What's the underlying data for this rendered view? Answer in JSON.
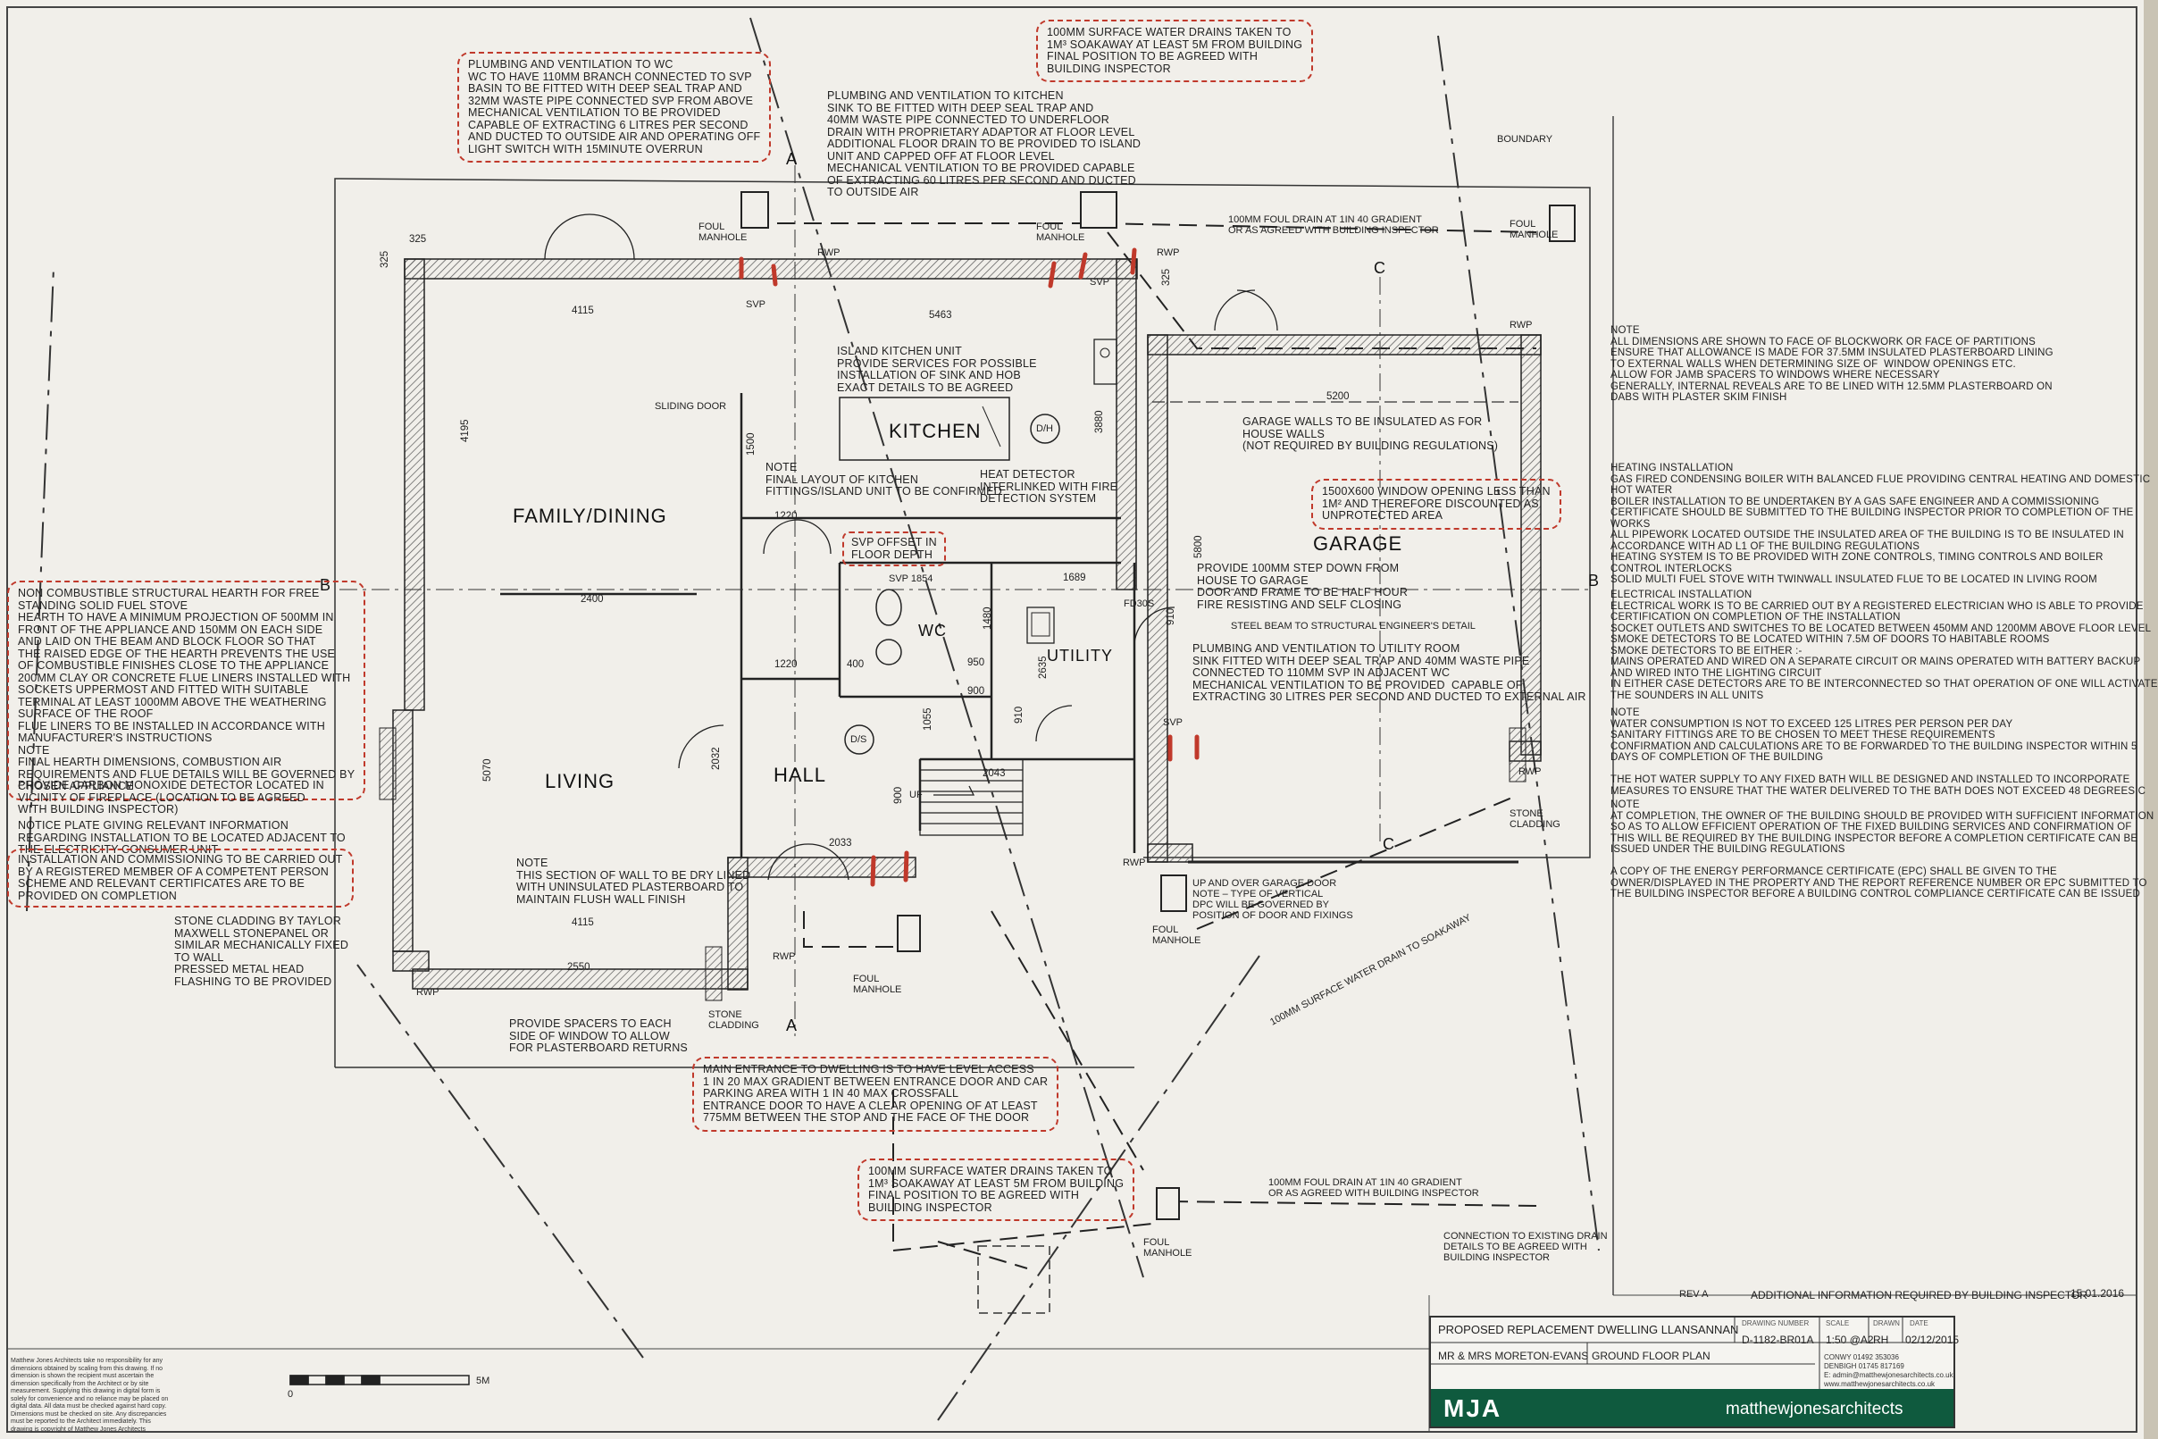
{
  "room_labels": {
    "family_dining": "FAMILY/DINING",
    "kitchen": "KITCHEN",
    "living": "LIVING",
    "hall": "HALL",
    "wc": "WC",
    "utility": "UTILITY",
    "garage": "GARAGE"
  },
  "symbols": {
    "dh": "D/H",
    "ds": "D/S",
    "svp_1854": "SVP 1854",
    "fd30s": "FD30S",
    "uf": "UF"
  },
  "labels": {
    "section_a": "A",
    "section_b": "B",
    "section_c": "C",
    "boundary": "BOUNDARY",
    "foul_manhole": "FOUL\nMANHOLE",
    "svp": "SVP",
    "rwp": "RWP",
    "sliding_door": "SLIDING DOOR",
    "stone_cladding": "STONE\nCLADDING",
    "steel_beam": "STEEL BEAM TO STRUCTURAL ENGINEER'S DETAIL",
    "surface_drain_diag": "100mm SURFACE WATER DRAIN TO SOAKAWAY",
    "foul_drain_top": "100mm FOUL DRAIN AT 1IN 40 GRADIENT\nOR AS AGREED WITH BUILDING INSPECTOR",
    "foul_drain_bottom": "100mm FOUL DRAIN AT 1IN 40 GRADIENT\nOR AS AGREED WITH BUILDING INSPECTOR",
    "connection_drain": "CONNECTION TO EXISTING DRAIN\nDETAILS TO BE AGREED WITH\nBUILDING INSPECTOR",
    "garage_door": "UP AND OVER GARAGE DOOR\nNOTE – TYPE OF VERTICAL\nDPC WILL BE GOVERNED BY\nPOSITION OF DOOR AND FIXINGS",
    "scale_0": "0",
    "scale_5m": "5M"
  },
  "dimensions": {
    "d325a": "325",
    "d325b": "325",
    "d325c": "325",
    "d4115_top": "4115",
    "d5463": "5463",
    "d4195": "4195",
    "d1500": "1500",
    "d3880": "3880",
    "d5200": "5200",
    "d5800": "5800",
    "d1220a": "1220",
    "d2400": "2400",
    "d1689": "1689",
    "d1480": "1480",
    "d910a": "910",
    "d1220b": "1220",
    "d400": "400",
    "d950": "950",
    "d2635": "2635",
    "d900a": "900",
    "d910b": "910",
    "d1055": "1055",
    "d2032": "2032",
    "d2043": "2043",
    "d900b": "900",
    "d5070": "5070",
    "d2033": "2033",
    "d4115_bottom": "4115",
    "d2550": "2550"
  },
  "notes": {
    "plumbing_wc": "PLUMBING AND VENTILATION TO WC\nWC TO HAVE 110mm BRANCH CONNECTED TO SVP\nBASIN TO BE FITTED WITH DEEP SEAL TRAP AND\n32mm WASTE PIPE CONNECTED SVP FROM ABOVE\nMECHANICAL VENTILATION TO BE PROVIDED\nCAPABLE OF EXTRACTING 6 LITRES PER SECOND\nAND DUCTED TO OUTSIDE AIR AND OPERATING OFF\nLIGHT SWITCH WITH 15MINUTE OVERRUN",
    "plumbing_kitchen": "PLUMBING AND VENTILATION TO KITCHEN\nSINK TO BE FITTED WITH DEEP SEAL TRAP AND\n40mm WASTE PIPE CONNECTED TO UNDERFLOOR\nDRAIN WITH PROPRIETARY ADAPTOR AT FLOOR LEVEL\nADDITIONAL FLOOR DRAIN TO BE PROVIDED TO ISLAND\nUNIT AND CAPPED OFF AT FLOOR LEVEL\nMECHANICAL VENTILATION TO BE PROVIDED CAPABLE\nOF EXTRACTING 60 LITRES PER SECOND AND DUCTED\nTO OUTSIDE AIR",
    "surface_water_top": "100mm SURFACE WATER DRAINS TAKEN TO\n1M³ SOAKAWAY AT LEAST 5M FROM BUILDING\nFINAL POSITION TO BE AGREED WITH\nBUILDING INSPECTOR",
    "island_unit": "ISLAND KITCHEN UNIT\nPROVIDE SERVICES FOR POSSIBLE\nINSTALLATION OF SINK AND HOB\nEXACT DETAILS TO BE AGREED",
    "kitchen_layout": "NOTE\nFINAL LAYOUT OF KITCHEN\nFITTINGS/ISLAND UNIT TO BE CONFIRMED",
    "heat_detector": "HEAT DETECTOR\nINTERLINKED WITH FIRE\nDETECTION SYSTEM",
    "garage_walls": "GARAGE WALLS TO BE INSULATED AS FOR\nHOUSE WALLS\n(NOT REQUIRED BY BUILDING REGULATIONS)",
    "window_opening": "1500x600 WINDOW OPENING LESS THAN\n1M² AND THEREFORE DISCOUNTED AS\nUNPROTECTED AREA",
    "svp_offset": "SVP OFFSET IN\nFLOOR DEPTH",
    "step_down": "PROVIDE 100mm STEP DOWN FROM\nHOUSE TO GARAGE\nDOOR AND FRAME TO BE HALF HOUR\nFIRE RESISTING AND SELF CLOSING",
    "plumbing_utility": "PLUMBING AND VENTILATION TO UTILITY ROOM\nSINK FITTED WITH DEEP SEAL TRAP AND 40mm WASTE PIPE\nCONNECTED TO 110mm SVP IN ADJACENT WC\nMECHANICAL VENTILATION TO BE PROVIDED  CAPABLE OF\nEXTRACTING 30 LITRES PER SECOND AND DUCTED TO EXTERNAL AIR",
    "hearth": "NON COMBUSTIBLE STRUCTURAL HEARTH FOR FREE\nSTANDING SOLID FUEL STOVE\nHEARTH TO HAVE A MINIMUM PROJECTION OF 500mm IN\nFRONT OF THE APPLIANCE AND 150mm ON EACH SIDE\nAND LAID ON THE BEAM AND BLOCK FLOOR SO THAT\nTHE RAISED EDGE OF THE HEARTH PREVENTS THE USE\nOF COMBUSTIBLE FINISHES CLOSE TO THE APPLIANCE\n200mm CLAY OR CONCRETE FLUE LINERS INSTALLED WITH\nSOCKETS UPPERMOST AND FITTED WITH SUITABLE\nTERMINAL AT LEAST 1000mm ABOVE THE WEATHERING\nSURFACE OF THE ROOF\nFLUE LINERS TO BE INSTALLED IN ACCORDANCE WITH\nMANUFACTURER'S INSTRUCTIONS\nNOTE\nFINAL HEARTH DIMENSIONS, COMBUSTION AIR\nREQUIREMENTS AND FLUE DETAILS WILL BE GOVERNED BY\nCHOSEN APPLIANCE",
    "co_detector": "PROVIDE CARBON MONOXIDE DETECTOR LOCATED IN\nVICINITY OF FIREPLACE (LOCATION TO BE AGREED\nWITH BUILDING INSPECTOR)",
    "notice_plate": "NOTICE PLATE GIVING RELEVANT INFORMATION\nREGARDING INSTALLATION TO BE LOCATED ADJACENT TO\nTHE ELECTRICITY CONSUMER UNIT",
    "commissioning": "INSTALLATION AND COMMISSIONING TO BE CARRIED OUT\nBY A REGISTERED MEMBER OF A COMPETENT PERSON\nSCHEME AND RELEVANT CERTIFICATES ARE TO BE\nPROVIDED ON COMPLETION",
    "dry_lined": "NOTE\nTHIS SECTION OF WALL TO BE DRY LINED\nWITH UNINSULATED PLASTERBOARD TO\nMAINTAIN FLUSH WALL FINISH",
    "stone_cladding": "STONE CLADDING BY TAYLOR\nMAXWELL STONEPANEL OR\nSIMILAR MECHANICALLY FIXED\nTO WALL\nPRESSED METAL HEAD\nFLASHING TO BE PROVIDED",
    "spacers": "PROVIDE SPACERS TO EACH\nSIDE OF WINDOW TO ALLOW\nFOR PLASTERBOARD RETURNS",
    "main_entrance": "MAIN ENTRANCE TO DWELLING IS TO HAVE LEVEL ACCESS\n1 IN 20 MAX GRADIENT BETWEEN ENTRANCE DOOR AND CAR\nPARKING AREA WITH 1 IN 40 MAX CROSSFALL\nENTRANCE DOOR TO HAVE A CLEAR OPENING OF AT LEAST\n775mm BETWEEN THE STOP AND THE FACE OF THE DOOR",
    "surface_water_bottom": "100mm SURFACE WATER DRAINS TAKEN TO\n1M³ SOAKAWAY AT LEAST 5M FROM BUILDING\nFINAL POSITION TO BE AGREED WITH\nBUILDING INSPECTOR",
    "general": "NOTE\nALL DIMENSIONS ARE SHOWN TO FACE OF BLOCKWORK OR FACE OF PARTITIONS\nENSURE THAT ALLOWANCE IS MADE FOR 37.5mm INSULATED PLASTERBOARD LINING\nTO EXTERNAL WALLS WHEN DETERMINING SIZE OF  WINDOW OPENINGS ETC.\nALLOW FOR JAMB SPACERS TO WINDOWS WHERE NECESSARY\nGENERALLY, INTERNAL REVEALS ARE TO BE LINED WITH 12.5mm PLASTERBOARD ON\nDABS WITH PLASTER SKIM FINISH",
    "heating": "HEATING INSTALLATION\nGAS FIRED CONDENSING BOILER WITH BALANCED FLUE PROVIDING CENTRAL HEATING AND DOMESTIC\nHOT WATER\nBOILER INSTALLATION TO BE UNDERTAKEN BY A GAS SAFE ENGINEER AND A COMMISSIONING\nCERTIFICATE SHOULD BE SUBMITTED TO THE BUILDING INSPECTOR PRIOR TO COMPLETION OF THE\nWORKS\nALL PIPEWORK LOCATED OUTSIDE THE INSULATED AREA OF THE BUILDING IS TO BE INSULATED IN\nACCORDANCE WITH AD L1 OF THE BUILDING REGULATIONS\nHEATING SYSTEM IS TO BE PROVIDED WITH ZONE CONTROLS, TIMING CONTROLS AND BOILER\nCONTROL INTERLOCKS\nSOLID MULTI FUEL STOVE WITH TWINWALL INSULATED FLUE TO BE LOCATED IN LIVING ROOM",
    "electrical": "ELECTRICAL INSTALLATION\nELECTRICAL WORK IS TO BE CARRIED OUT BY A REGISTERED ELECTRICIAN WHO IS ABLE TO PROVIDE\nCERTIFICATION ON COMPLETION OF THE INSTALLATION\nSOCKET OUTLETS AND SWITCHES TO BE LOCATED BETWEEN 450mm AND 1200mm ABOVE FLOOR LEVEL\nSMOKE DETECTORS TO BE LOCATED WITHIN 7.5M OF DOORS TO HABITABLE ROOMS\nSMOKE DETECTORS TO BE EITHER :-\nMAINS OPERATED AND WIRED ON A SEPARATE CIRCUIT OR MAINS OPERATED WITH BATTERY BACKUP\nAND WIRED INTO THE LIGHTING CIRCUIT\nIN EITHER CASE DETECTORS ARE TO BE INTERCONNECTED SO THAT OPERATION OF ONE WILL ACTIVATE\nTHE SOUNDERS IN ALL UNITS",
    "water": "NOTE\nWATER CONSUMPTION IS NOT TO EXCEED 125 LITRES PER PERSON PER DAY\nSANITARY FITTINGS ARE TO BE CHOSEN TO MEET THESE REQUIREMENTS\nCONFIRMATION AND CALCULATIONS ARE TO BE FORWARDED TO THE BUILDING INSPECTOR WITHIN 5\nDAYS OF COMPLETION OF THE BUILDING\n\nTHE HOT WATER SUPPLY TO ANY FIXED BATH WILL BE DESIGNED AND INSTALLED TO INCORPORATE\nMEASURES TO ENSURE THAT THE WATER DELIVERED TO THE BATH DOES NOT EXCEED 48 DEGREES C",
    "completion": "NOTE\nAT COMPLETION, THE OWNER OF THE BUILDING SHOULD BE PROVIDED WITH SUFFICIENT INFORMATION\nSO AS TO ALLOW EFFICIENT OPERATION OF THE FIXED BUILDING SERVICES AND CONFIRMATION OF\nTHIS WILL BE REQUIRED BY THE BUILDING INSPECTOR BEFORE A COMPLETION CERTIFICATE CAN BE\nISSUED UNDER THE BUILDING REGULATIONS\n\nA COPY OF THE ENERGY PERFORMANCE CERTIFICATE (EPC) SHALL BE GIVEN TO THE\nOWNER/DISPLAYED IN THE PROPERTY AND THE REPORT REFERENCE NUMBER OR EPC SUBMITTED TO\nTHE BUILDING INSPECTOR BEFORE A BUILDING CONTROL COMPLIANCE CERTIFICATE CAN BE ISSUED"
  },
  "revision": {
    "rev": "REV A",
    "description": "ADDITIONAL INFORMATION REQUIRED BY BUILDING INSPECTOR",
    "date": "15.01.2016"
  },
  "title_block": {
    "project": "PROPOSED REPLACEMENT DWELLING LLANSANNAN",
    "client": "MR & MRS MORETON-EVANS",
    "drawing_title": "GROUND FLOOR PLAN",
    "drawing_number_label": "DRAWING NUMBER",
    "drawing_number": "D-1182-BR01A",
    "scale_label": "SCALE",
    "scale": "1:50 @A2",
    "drawn_label": "DRAWN",
    "drawn": "RH",
    "date_label": "DATE",
    "date": "02/12/2015",
    "logo": "MJA",
    "firm": "matthewjonesarchitects",
    "contact_conwy": "CONWY 01492 353036",
    "contact_denbigh": "DENBIGH 01745 817169",
    "contact_email": "E: admin@matthewjonesarchitects.co.uk",
    "contact_web": "www.matthewjonesarchitects.co.uk"
  },
  "disclaimer": "Matthew Jones Architects take no responsibility for any dimensions obtained by scaling from this drawing. If no dimension is shown the recipient must ascertain the dimension specifically from the Architect or by site measurement. Supplying this drawing in digital form is solely for convenience and no reliance may be placed on digital data. All data must be checked against hard copy. Dimensions must be checked on site. Any discrepancies must be reported to the Architect immediately. This drawing is copyright of Matthew Jones Architects",
  "colors": {
    "paper": "#f1efea",
    "ink": "#222222",
    "wall_hatch": "#555555",
    "redline": "#c0392b",
    "logo_green": "#0f5a3e"
  }
}
